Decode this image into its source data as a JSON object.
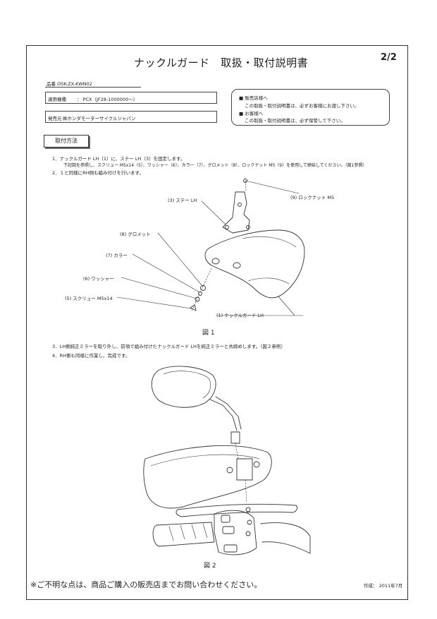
{
  "header": {
    "title": "ナックルガード　取扱・取付説明書",
    "page_number": "2/2"
  },
  "product_info": {
    "part_number": "品番  OSK-ZX-KWN02",
    "model_label": "適用機種",
    "model_value": "：  PCX（JF28-1000000～）",
    "distributor_label": "発売元",
    "distributor_value": "㈱ホンダモーターサイクルジャパン"
  },
  "notice": {
    "dealer_heading": "■  販売店様へ",
    "dealer_text": "この取扱・取付説明書は、必ずお客様にお渡し下さい。",
    "customer_heading": "■  お客様へ",
    "customer_text": "この取扱・取付説明書は、必ず保管して下さい。"
  },
  "install": {
    "heading": "取付方法",
    "step1": "1．ナックルガード LH（1）に、ステー LH（3）を固定します。",
    "step1_sub": "下記図を参照し、スクリュー M5x14（5）、ワッシャー（6）、カラー（7）、グロメット（8）、ロックナット M5（9）を使用して締結してください。（図1参照）",
    "step2": "2．１と同様にRH側も組み付けを行います。",
    "step3": "3．LH側純正ミラーを取り外し、前項で組み付けたナックルガード LHを純正ミラーと共締めします。（図２参照）",
    "step4": "4．RH側も同様に作業し、完成です。"
  },
  "figure1": {
    "caption": "図 1",
    "callouts": {
      "stay": "(3) ステー  LH",
      "locknut": "(9) ロックナット M5",
      "grommet": "(8) グロメット",
      "collar": "(7) カラー",
      "washer": "(6) ワッシャー",
      "screw": "(5) スクリュー  M5x14",
      "guard": "(1) ナックルガード LH"
    }
  },
  "figure2": {
    "caption": "図 2"
  },
  "footer": {
    "note": "※ご不明な点は、商品ご購入の販売店までお問い合わせください。",
    "date": "作成：  2011年7月"
  }
}
